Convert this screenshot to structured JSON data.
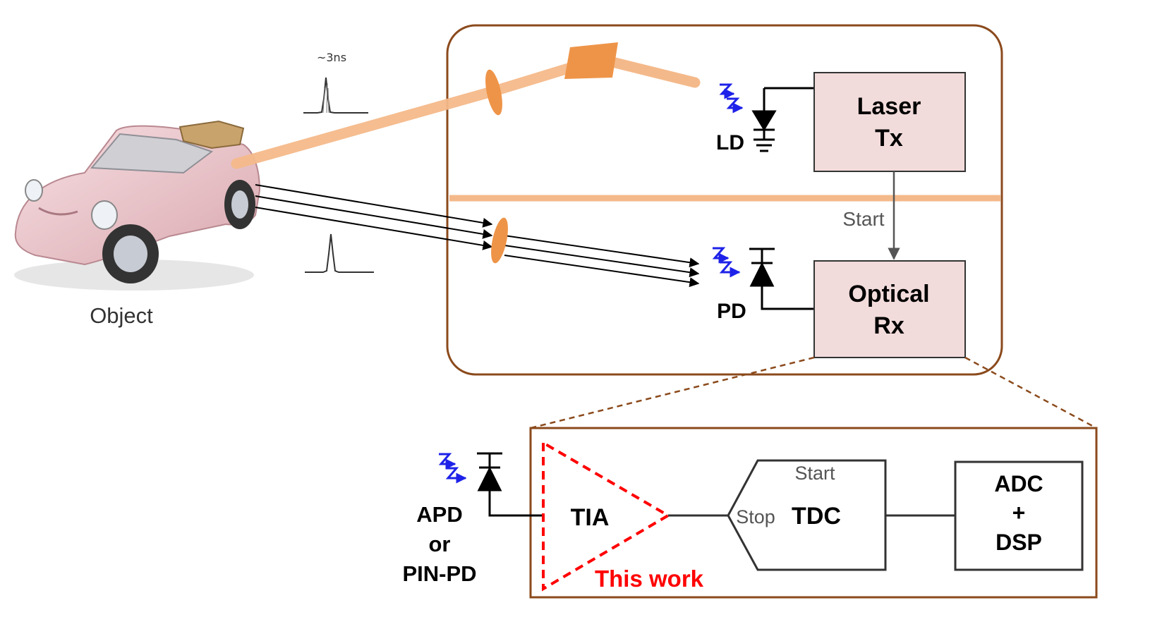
{
  "object": {
    "label": "Object"
  },
  "pulse": {
    "width_label": "~3ns"
  },
  "transmitter": {
    "block_line1": "Laser",
    "block_line2": "Tx",
    "diode_label": "LD"
  },
  "receiver": {
    "block_line1": "Optical",
    "block_line2": "Rx",
    "diode_label": "PD",
    "start_label": "Start"
  },
  "detail": {
    "detector_line1": "APD",
    "detector_line2": "or",
    "detector_line3": "PIN-PD",
    "tia_label": "TIA",
    "highlight_label": "This work",
    "tdc_label": "TDC",
    "tdc_start": "Start",
    "tdc_stop": "Stop",
    "dsp_line1": "ADC",
    "dsp_line2": "+",
    "dsp_line3": "DSP"
  },
  "colors": {
    "enclosure": "#8B4A1C",
    "beam": "#F4B98A",
    "lens": "#EE9448",
    "block_fill": "#F2DCDB",
    "highlight": "#FF0000",
    "light_arrow": "#1E22E8"
  }
}
